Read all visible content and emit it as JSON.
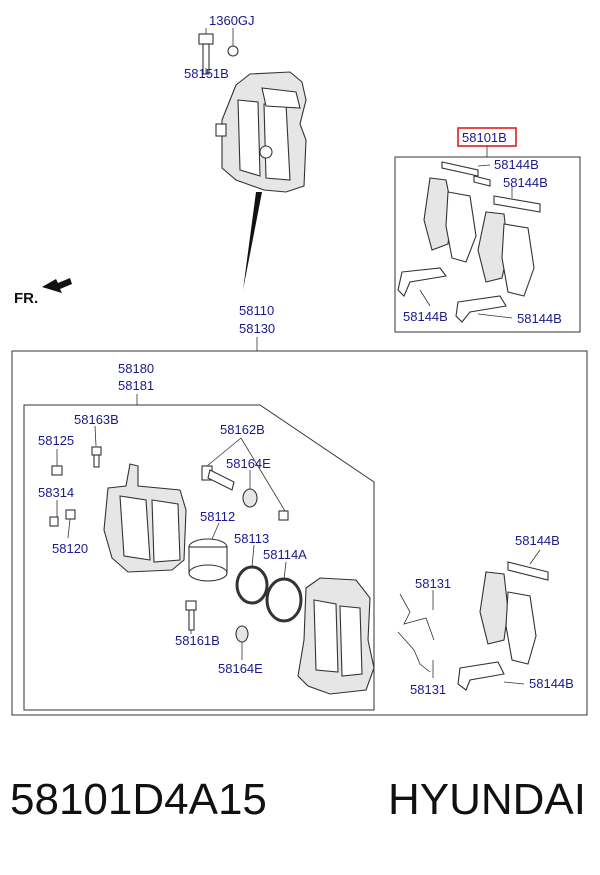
{
  "direction_label": "FR.",
  "callouts": {
    "bolt_1360gj": "1360GJ",
    "bolt_58151b": "58151B",
    "assembly_58101b": "58101B",
    "clip_58144b_a": "58144B",
    "clip_58144b_b": "58144B",
    "clip_58144b_c": "58144B",
    "clip_58144b_d": "58144B",
    "caliper_58110": "58110",
    "caliper_58130": "58130",
    "housing_58180": "58180",
    "housing_58181": "58181",
    "bolt_58163b": "58163B",
    "cap_58125": "58125",
    "pin_58162b": "58162B",
    "boot_58164e_a": "58164E",
    "bleeder_58314": "58314",
    "piston_58112": "58112",
    "seal_58113": "58113",
    "ring_58114a": "58114A",
    "screw_58120": "58120",
    "spring_58131_a": "58131",
    "clip_58144b_e": "58144B",
    "bolt_58161b": "58161B",
    "boot_58164e_b": "58164E",
    "spring_58131_b": "58131",
    "clip_58144b_f": "58144B"
  },
  "colors": {
    "highlight": "#e02020",
    "callout_text": "#1a1a8c"
  },
  "footer": {
    "part_number": "58101D4A15",
    "brand": "HYUNDAI"
  }
}
